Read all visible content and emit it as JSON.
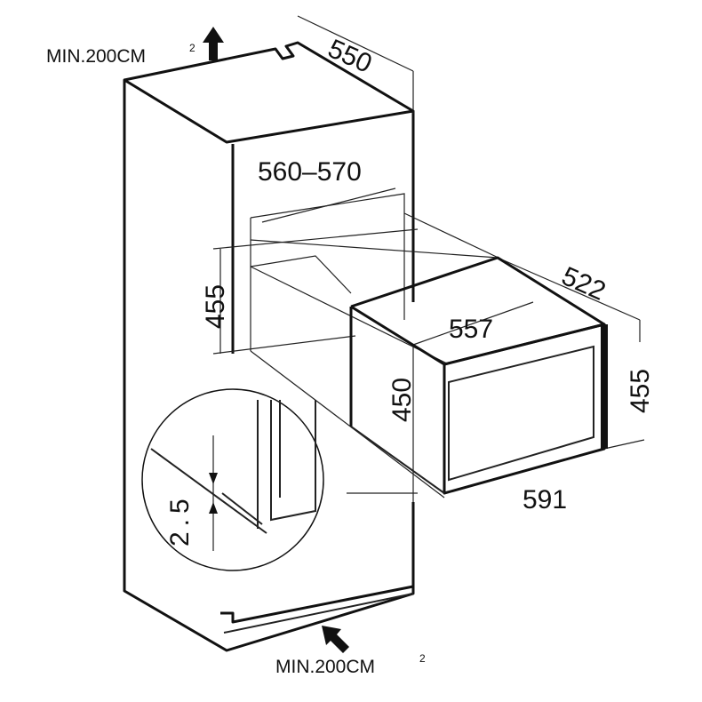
{
  "diagram": {
    "vent_top_label": "MIN.200CM",
    "vent_top_sup": "2",
    "vent_bottom_label": "MIN.200CM",
    "vent_bottom_sup": "2",
    "dims": {
      "cabinet_depth": "550",
      "niche_width": "560–570",
      "niche_height": "455",
      "oven_depth": "522",
      "oven_body_width": "557",
      "oven_body_height": "450",
      "oven_front_height": "455",
      "oven_front_width": "591",
      "gap": "2.5"
    },
    "icons": [
      "arrow-up-icon",
      "arrow-diagonal-up-icon"
    ]
  }
}
